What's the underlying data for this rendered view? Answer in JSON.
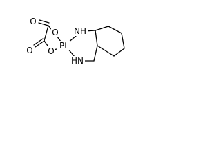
{
  "atoms": {
    "platinum": "Pt",
    "oxygen_upper": "O",
    "oxygen_lower": "O",
    "nitrogen_upper": "NH",
    "nitrogen_lower": "HN",
    "carbonyl_oxygen_upper": "O",
    "carbonyl_oxygen_lower": "O"
  }
}
